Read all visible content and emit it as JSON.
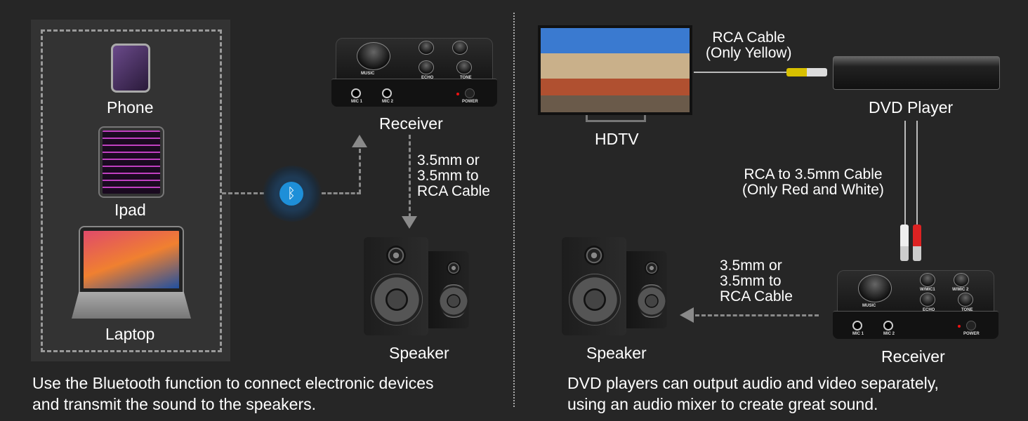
{
  "left": {
    "devices": [
      {
        "label": "Phone"
      },
      {
        "label": "Ipad"
      },
      {
        "label": "Laptop"
      }
    ],
    "receiver_label": "Receiver",
    "cable_label": [
      "3.5mm or",
      "3.5mm to",
      "RCA Cable"
    ],
    "speaker_label": "Speaker",
    "caption": [
      "Use the Bluetooth function to connect electronic devices",
      "and transmit the sound to the speakers."
    ],
    "bluetooth_icon": "bluetooth-icon"
  },
  "right": {
    "hdtv_label": "HDTV",
    "rca_cable_label": [
      "RCA Cable",
      "(Only Yellow)"
    ],
    "dvd_label": "DVD Player",
    "rca_to_35_label": [
      "RCA to 3.5mm Cable",
      "(Only Red and White)"
    ],
    "cable_label": [
      "3.5mm or",
      "3.5mm to",
      "RCA Cable"
    ],
    "speaker_label": "Speaker",
    "receiver_label": "Receiver",
    "caption": [
      "DVD players can output audio and video separately,",
      "using an audio mixer to create great sound."
    ]
  },
  "receiver_markings": {
    "music": "MUSIC",
    "wmic1": "W/MIC1",
    "wmic2": "W/MIC 2",
    "echo": "ECHO",
    "tone": "TONE",
    "mic1": "MIC 1",
    "mic2": "MIC 2",
    "power": "POWER"
  },
  "colors": {
    "background": "#262626",
    "bluetooth": "#1e8fd8",
    "dash": "#8a8a8a"
  }
}
